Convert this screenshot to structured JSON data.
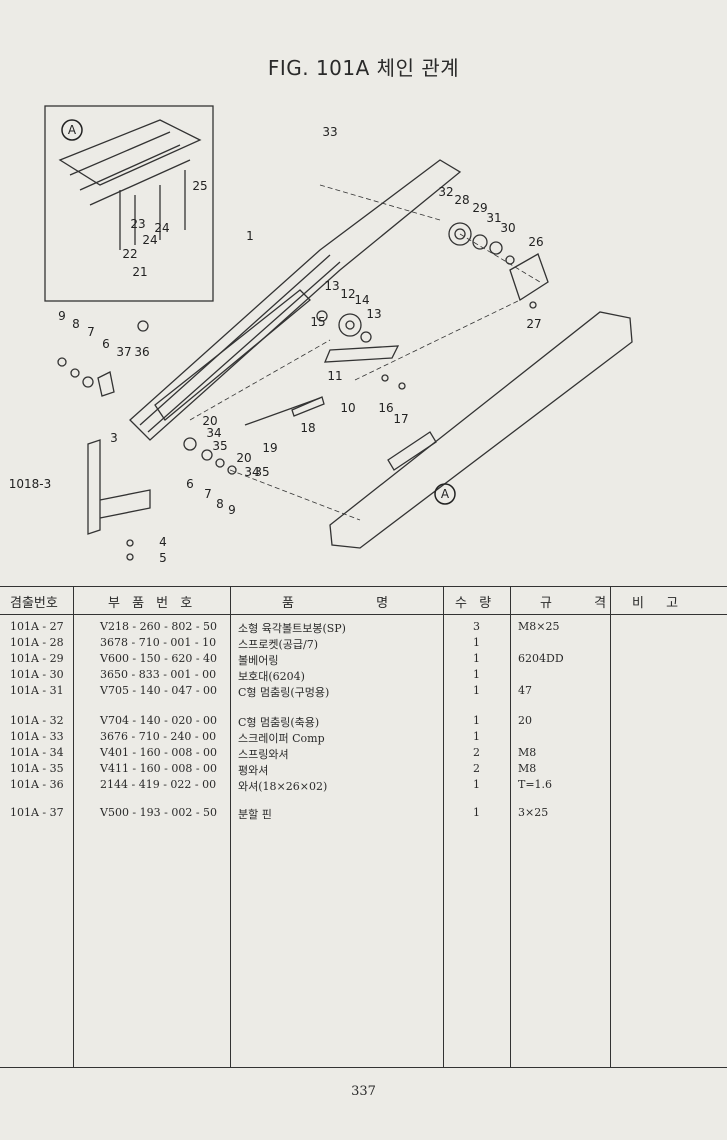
{
  "title": "FIG. 101A 체인 관계",
  "callouts": [
    "A",
    "1",
    "21",
    "22",
    "23",
    "24",
    "24",
    "25",
    "33",
    "32",
    "28",
    "29",
    "31",
    "30",
    "26",
    "27",
    "13",
    "12",
    "14",
    "13",
    "15",
    "9",
    "8",
    "7",
    "6",
    "37",
    "36",
    "11",
    "10",
    "16",
    "17",
    "20",
    "34",
    "35",
    "18",
    "19",
    "3",
    "1018-3",
    "6",
    "7",
    "8",
    "9",
    "20",
    "34",
    "35",
    "4",
    "5",
    "A"
  ],
  "table": {
    "headers": [
      "겸출번호",
      "부 품 번 호",
      "품 명",
      "수 량",
      "규 격",
      "비 고"
    ],
    "rows": [
      {
        "no": "101A - 27",
        "part": "V218 - 260 - 802 - 50",
        "name": "소형 육각볼트보봉(SP)",
        "qty": "3",
        "spec": "M8×25",
        "note": ""
      },
      {
        "no": "101A - 28",
        "part": "3678 - 710 - 001 - 10",
        "name": "스프로켓(공급/7)",
        "qty": "1",
        "spec": "",
        "note": ""
      },
      {
        "no": "101A - 29",
        "part": "V600 - 150 - 620 - 40",
        "name": "볼베어링",
        "qty": "1",
        "spec": "6204DD",
        "note": ""
      },
      {
        "no": "101A - 30",
        "part": "3650 - 833 - 001 - 00",
        "name": "보호대(6204)",
        "qty": "1",
        "spec": "",
        "note": ""
      },
      {
        "no": "101A - 31",
        "part": "V705 - 140 - 047 - 00",
        "name": "C형 멈춤링(구멍용)",
        "qty": "1",
        "spec": "47",
        "note": ""
      },
      {
        "no": "101A - 32",
        "part": "V704 - 140 - 020 - 00",
        "name": "C형 멈춤링(축용)",
        "qty": "1",
        "spec": "20",
        "note": ""
      },
      {
        "no": "101A - 33",
        "part": "3676 - 710 - 240 - 00",
        "name": "스크레이퍼 Comp",
        "qty": "1",
        "spec": "",
        "note": ""
      },
      {
        "no": "101A - 34",
        "part": "V401 - 160 - 008 - 00",
        "name": "스프링와셔",
        "qty": "2",
        "spec": "M8",
        "note": ""
      },
      {
        "no": "101A - 35",
        "part": "V411 - 160 - 008 - 00",
        "name": "평와셔",
        "qty": "2",
        "spec": "M8",
        "note": ""
      },
      {
        "no": "101A - 36",
        "part": "2144 - 419 - 022 - 00",
        "name": "와셔(18×26×02)",
        "qty": "1",
        "spec": "T=1.6",
        "note": ""
      },
      {
        "no": "101A - 37",
        "part": "V500 - 193 - 002 - 50",
        "name": "분할 핀",
        "qty": "1",
        "spec": "3×25",
        "note": ""
      }
    ]
  },
  "page_number": "337"
}
